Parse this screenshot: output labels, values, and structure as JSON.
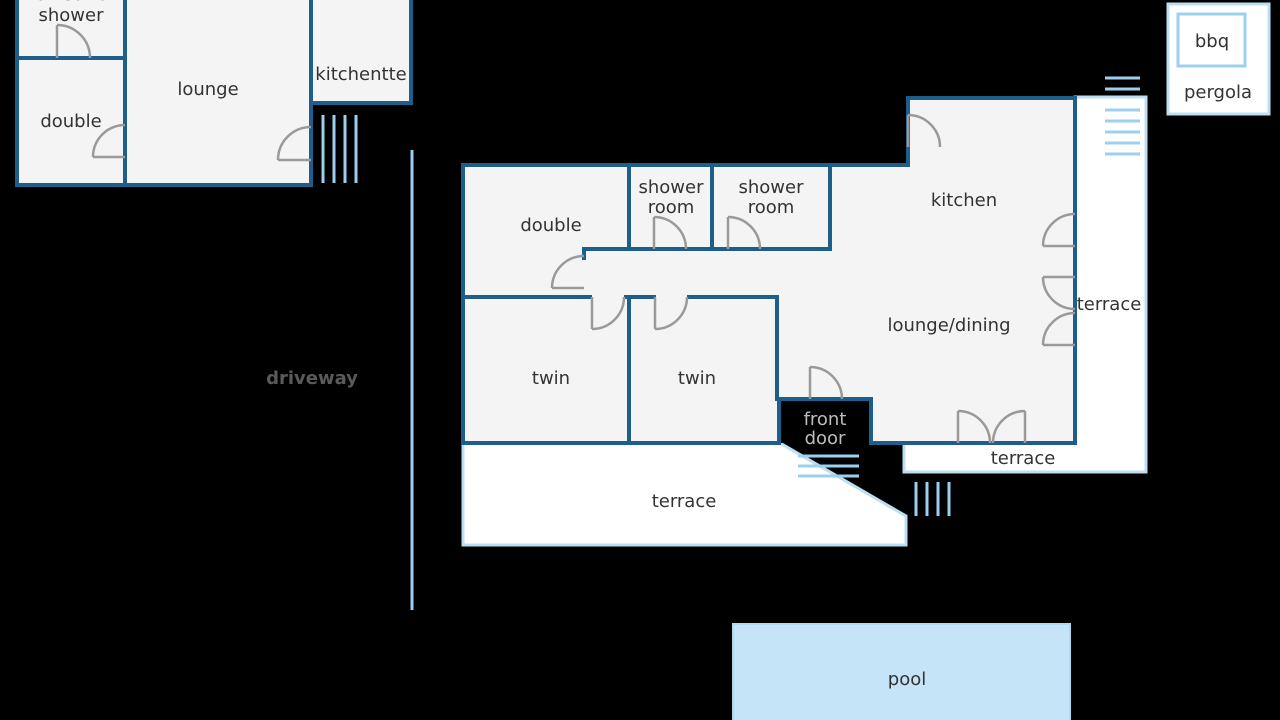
{
  "colors": {
    "background": "#000000",
    "wall": "#1d5f8a",
    "room_fill": "#f4f4f4",
    "terrace_fill": "#ffffff",
    "terrace_edge": "#bcdff2",
    "pool_fill": "#c5e4f7",
    "steps": "#9cd0ef",
    "door": "#9a9a9a",
    "driveway_line": "#9cd0ef"
  },
  "annex": {
    "ensuite_line1": "en-suite",
    "ensuite_line2": "shower",
    "double": "double",
    "lounge": "lounge",
    "kitchenette": "kitchentte"
  },
  "main_house": {
    "double": "double",
    "shower_room_1_line1": "shower",
    "shower_room_1_line2": "room",
    "shower_room_2_line1": "shower",
    "shower_room_2_line2": "room",
    "kitchen": "kitchen",
    "lounge_dining": "lounge/dining",
    "twin_1": "twin",
    "twin_2": "twin",
    "front_door_line1": "front",
    "front_door_line2": "door"
  },
  "outdoor": {
    "driveway": "driveway",
    "terrace_east": "terrace",
    "terrace_south_east": "terrace",
    "terrace_south": "terrace",
    "bbq": "bbq",
    "pergola": "pergola",
    "pool": "pool"
  }
}
